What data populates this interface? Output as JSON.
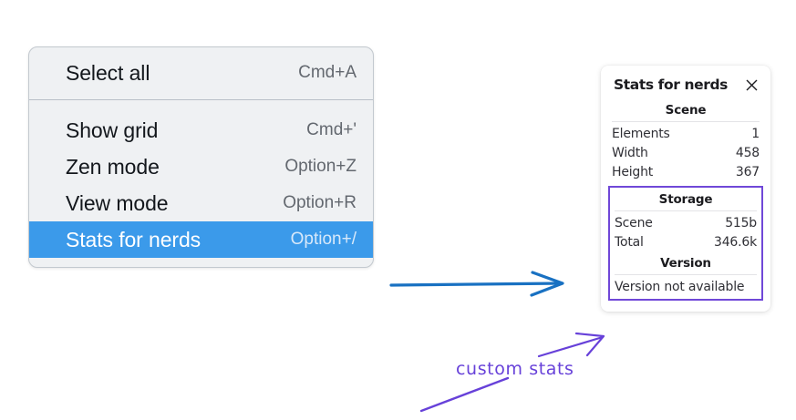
{
  "context_menu": {
    "groups": [
      {
        "items": [
          {
            "label": "Select all",
            "shortcut": "Cmd+A",
            "selected": false
          }
        ]
      },
      {
        "items": [
          {
            "label": "Show grid",
            "shortcut": "Cmd+'",
            "selected": false
          },
          {
            "label": "Zen mode",
            "shortcut": "Option+Z",
            "selected": false
          },
          {
            "label": "View mode",
            "shortcut": "Option+R",
            "selected": false
          },
          {
            "label": "Stats for nerds",
            "shortcut": "Option+/",
            "selected": true
          }
        ]
      }
    ],
    "selected_color": "#3b9aea"
  },
  "stats_panel": {
    "title": "Stats for nerds",
    "close_icon": "close-icon",
    "sections": [
      {
        "name": "scene",
        "title": "Scene",
        "rows": [
          {
            "key": "Elements",
            "value": "1"
          },
          {
            "key": "Width",
            "value": "458"
          },
          {
            "key": "Height",
            "value": "367"
          }
        ]
      },
      {
        "name": "storage",
        "title": "Storage",
        "rows": [
          {
            "key": "Scene",
            "value": "515b"
          },
          {
            "key": "Total",
            "value": "346.6k"
          }
        ]
      },
      {
        "name": "version",
        "title": "Version",
        "text": "Version not available"
      }
    ],
    "highlight_color": "#7048d8"
  },
  "annotations": {
    "label": "custom stats",
    "label_color": "#6741d9",
    "arrow_blue_color": "#1971c2",
    "arrow_purple_color": "#6741d9"
  }
}
